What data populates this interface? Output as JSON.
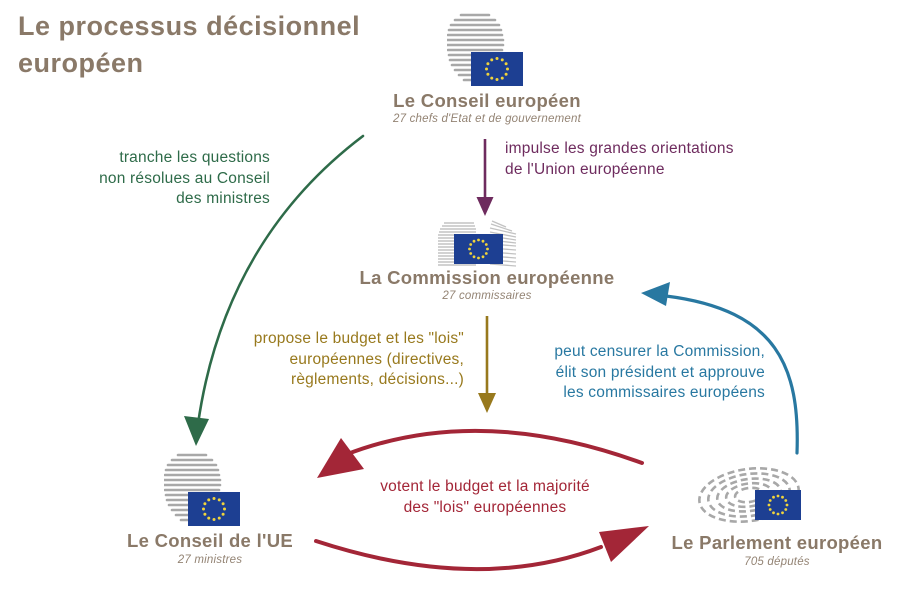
{
  "palette": {
    "brown": "#8a7968",
    "purple": "#6e2b5e",
    "green": "#2e6b49",
    "olive": "#98791d",
    "blue": "#2878a1",
    "red": "#a32637",
    "flag_blue": "#1d3f92",
    "flag_stars": "#f0d43c",
    "building_gray": "#a8a8a8"
  },
  "title": {
    "line1": "Le processus décisionnel",
    "line2": "européen"
  },
  "nodes": {
    "conseil_europeen": {
      "label": "Le Conseil européen",
      "subtitle": "27 chefs d'Etat et de gouvernement"
    },
    "commission": {
      "label": "La Commission européenne",
      "subtitle": "27 commissaires"
    },
    "conseil_ue": {
      "label": "Le Conseil de l'UE",
      "subtitle": "27 ministres"
    },
    "parlement": {
      "label": "Le Parlement européen",
      "subtitle": "705 députés"
    }
  },
  "edges": {
    "impulse": {
      "color": "#6e2b5e",
      "lines": [
        "impulse les grandes orientations",
        "de l'Union européenne"
      ]
    },
    "tranche": {
      "color": "#2e6b49",
      "lines": [
        "tranche les questions",
        "non résolues au Conseil",
        "des ministres"
      ]
    },
    "propose": {
      "color": "#98791d",
      "lines": [
        "propose le budget et les \"lois\"",
        "européennes (directives,",
        "règlements, décisions...)"
      ]
    },
    "censure": {
      "color": "#2878a1",
      "lines": [
        "peut censurer la Commission,",
        "élit son président et approuve",
        "les commissaires européens"
      ]
    },
    "votent": {
      "color": "#a32637",
      "lines": [
        "votent le budget et la majorité",
        "des \"lois\" européennes"
      ]
    }
  }
}
